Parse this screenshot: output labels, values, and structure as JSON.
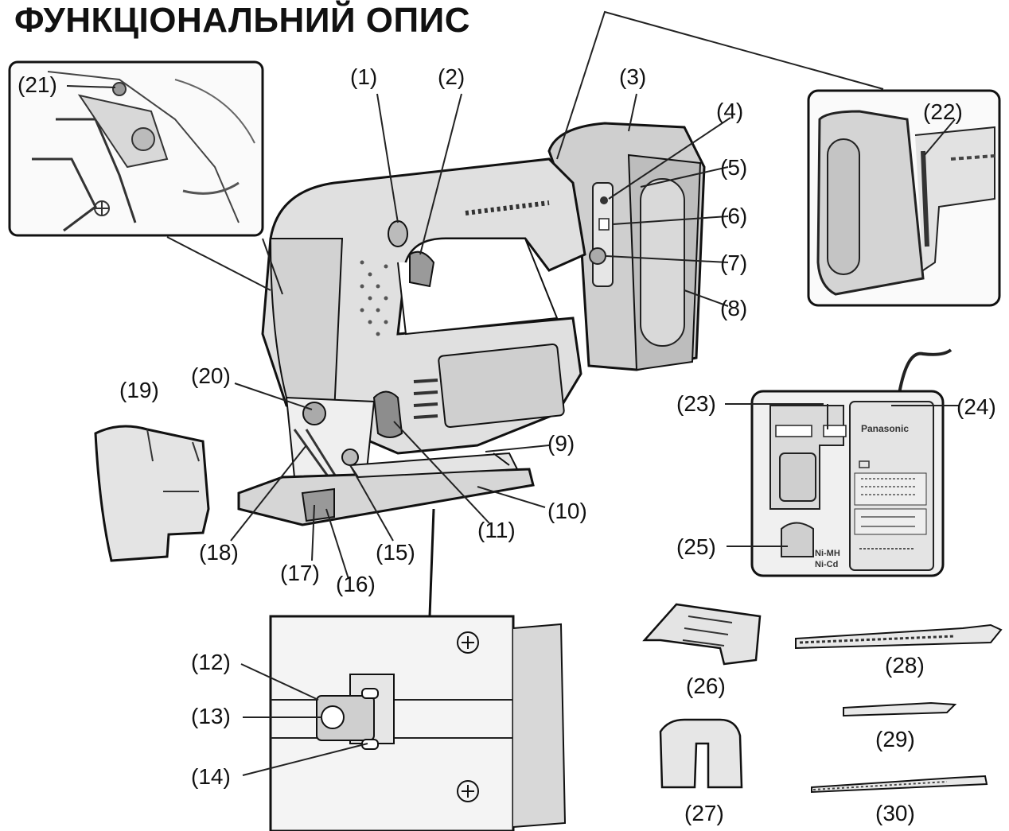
{
  "title": "ФУНКЦІОНАЛЬНИЙ ОПИС",
  "callouts": [
    "(1)",
    "(2)",
    "(3)",
    "(4)",
    "(5)",
    "(6)",
    "(7)",
    "(8)",
    "(9)",
    "(10)",
    "(11)",
    "(12)",
    "(13)",
    "(14)",
    "(15)",
    "(16)",
    "(17)",
    "(18)",
    "(19)",
    "(20)",
    "(21)",
    "(22)",
    "(23)",
    "(24)",
    "(25)",
    "(26)",
    "(27)",
    "(28)",
    "(29)",
    "(30)"
  ],
  "charger": {
    "brand": "Panasonic",
    "battery_types": [
      "Ni-MH",
      "Ni-Cd"
    ]
  },
  "colors": {
    "ink": "#111111",
    "body_fill": "#dcdcdc",
    "dark_fill": "#6b6b6b",
    "panel_fill": "#e9e9e9"
  }
}
